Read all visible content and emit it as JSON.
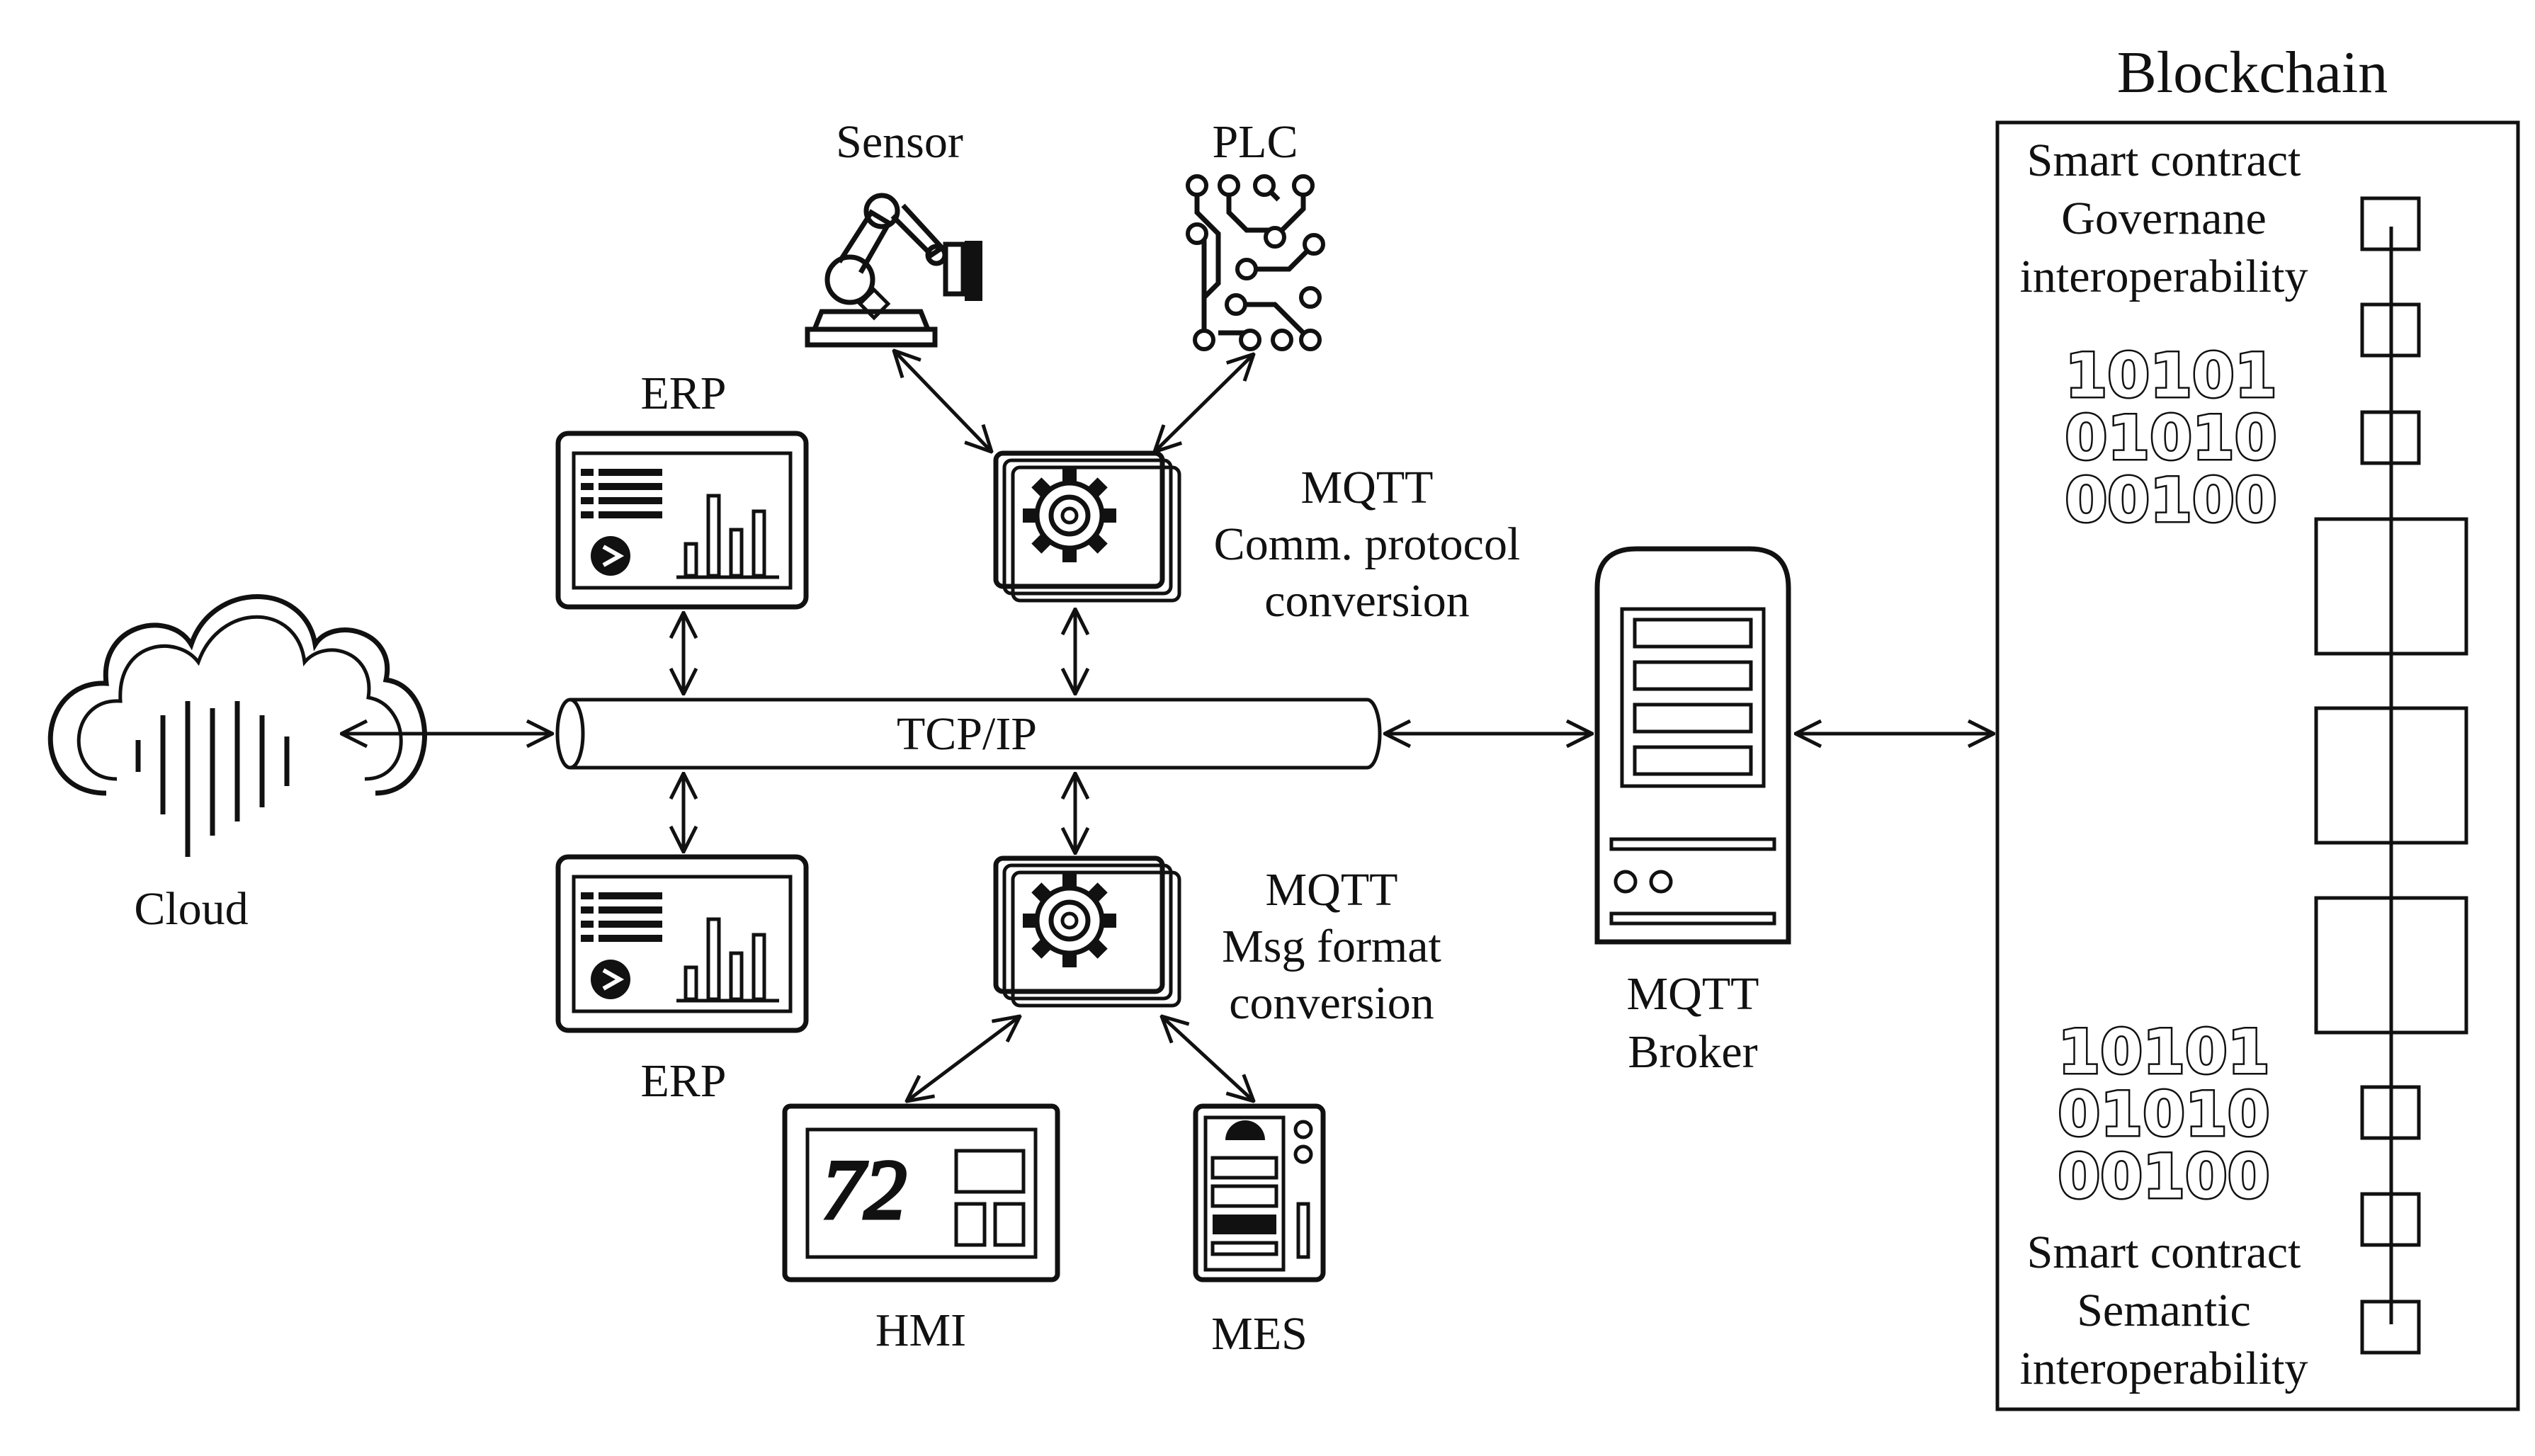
{
  "diagram": {
    "blockchain_title": "Blockchain",
    "cloud_label": "Cloud",
    "bus_label": "TCP/IP",
    "erp_top_label": "ERP",
    "erp_bottom_label": "ERP",
    "sensor_label": "Sensor",
    "plc_label": "PLC",
    "mqtt_top_lines": [
      "MQTT",
      "Comm. protocol",
      "conversion"
    ],
    "mqtt_bottom_lines": [
      "MQTT",
      "Msg format",
      "conversion"
    ],
    "broker_lines": [
      "MQTT",
      "Broker"
    ],
    "hmi_label": "HMI",
    "hmi_display": "72",
    "mes_label": "MES",
    "contract_top_lines": [
      "Smart contract",
      "Governane",
      "interoperability"
    ],
    "contract_bottom_lines": [
      "Smart contract",
      "Semantic",
      "interoperability"
    ],
    "binary_top": [
      "10101",
      "01010",
      "00100"
    ],
    "binary_bottom": [
      "10101",
      "01010",
      "00100"
    ]
  }
}
